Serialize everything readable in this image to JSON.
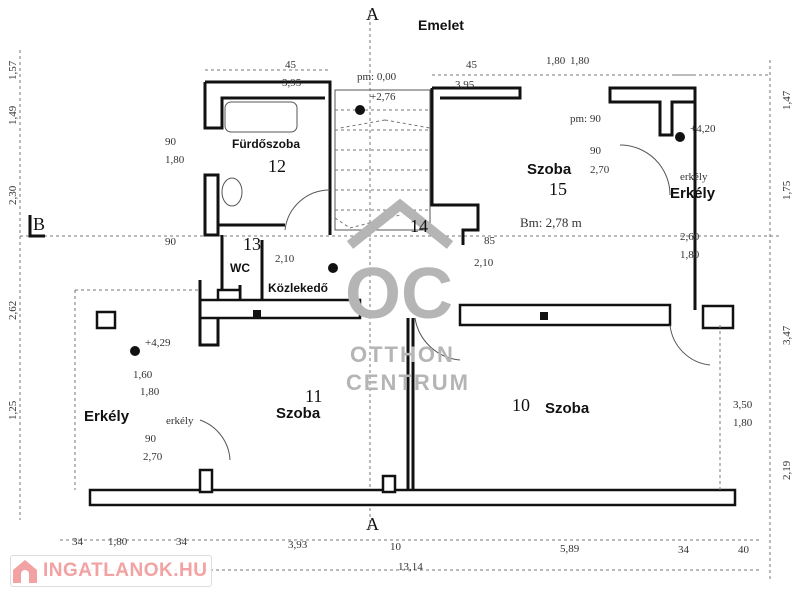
{
  "title": "Emelet",
  "rooms": {
    "bathroom_name": "Fürdőszoba",
    "bathroom_no": "12",
    "room15_name": "Szoba",
    "room15_no": "15",
    "room15_height": "Bm: 2,78 m",
    "balcony_right": "Erkély",
    "hall_no": "14",
    "wc_no": "13",
    "wc_name": "WC",
    "hall_name": "Közlekedő",
    "balcony_left": "Erkély",
    "balcony_left_small": "erkély",
    "balcony_right_small": "erkély",
    "room11_no": "11",
    "room11_name": "Szoba",
    "room10_no": "10",
    "room10_name": "Szoba"
  },
  "dims": {
    "d45a": "45",
    "d395a": "3,95",
    "d45b": "45",
    "d395b": "3,95",
    "pm0": "pm: 0,00",
    "lvl276": "+2,76",
    "d180a": "1,80",
    "d180b": "1,80",
    "pm90": "pm: 90",
    "lvl420": "+4,20",
    "d90a": "90",
    "d270a": "2,70",
    "d90b": "90",
    "d180c": "1,80",
    "d260": "2,60",
    "d180d": "1,80",
    "d210a": "2,10",
    "d210b": "2,10",
    "d85": "85",
    "d90c": "90",
    "lvl429": "+4,29",
    "d160": "1,60",
    "d180e": "1,80",
    "d90d": "90",
    "d270b": "2,70",
    "d350": "3,50",
    "d180f": "1,80",
    "b34a": "34",
    "b180": "1,80",
    "b34b": "34",
    "b393": "3,93",
    "b10": "10",
    "b589": "5,89",
    "b34c": "34",
    "b40": "40",
    "b1314": "13,14",
    "l157": "1,57",
    "l149": "1,49",
    "l230": "2,30",
    "l262": "2,62",
    "l125": "1,25",
    "r147": "1,47",
    "r175": "1,75",
    "r347": "3,47",
    "r219": "2,19",
    "secA": "A",
    "secB": "B",
    "secAbottom": "A"
  },
  "watermark": {
    "line1": "OTTHON",
    "line2": "CENTRUM",
    "mark": "OC"
  },
  "logo": {
    "text": "INGATLANOK.HU",
    "color": "#f2a2a2"
  }
}
